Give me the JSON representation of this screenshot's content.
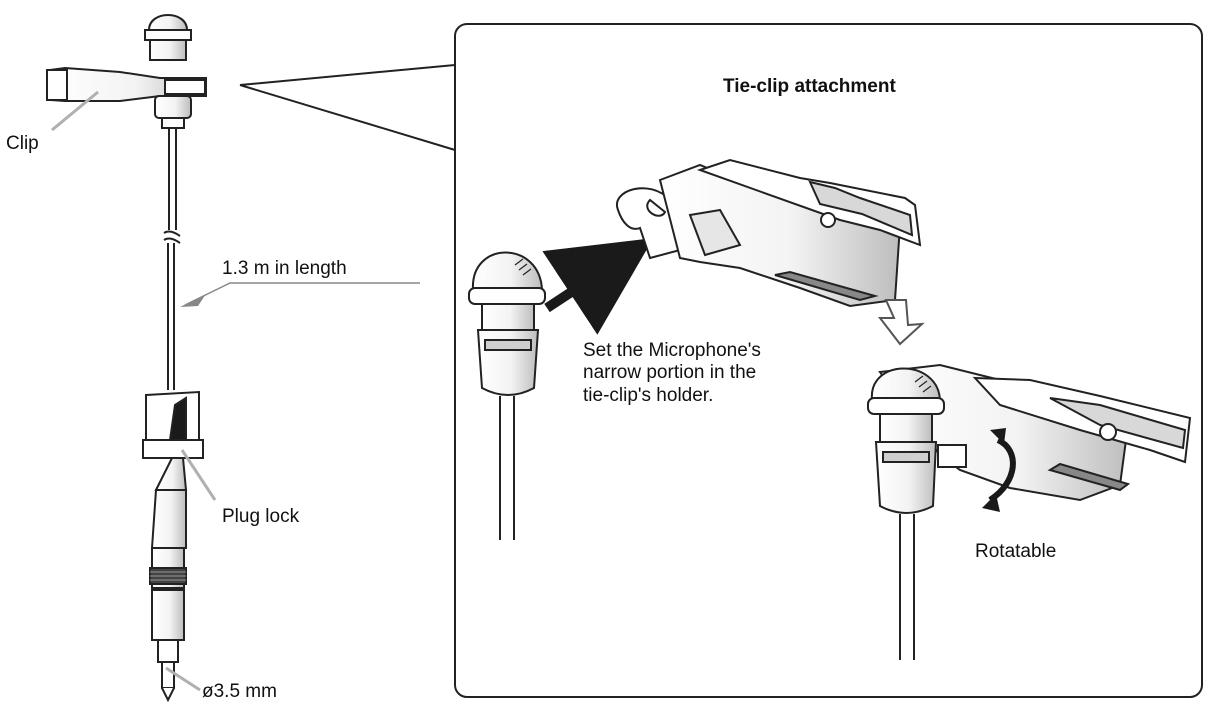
{
  "left": {
    "clip_label": "Clip",
    "length_label": "1.3 m in length",
    "plug_lock_label": "Plug lock",
    "diameter_label": "ø3.5 mm"
  },
  "detail": {
    "title": "Tie-clip attachment",
    "instruction": "Set the Microphone's\nnarrow portion in the\ntie-clip's holder.",
    "rotatable_label": "Rotatable"
  },
  "colors": {
    "line": "#222222",
    "leader": "#b0b0b0",
    "dark_fill": "#1a1a1a",
    "mid_fill": "#d8d8d8",
    "light_fill": "#ffffff"
  }
}
